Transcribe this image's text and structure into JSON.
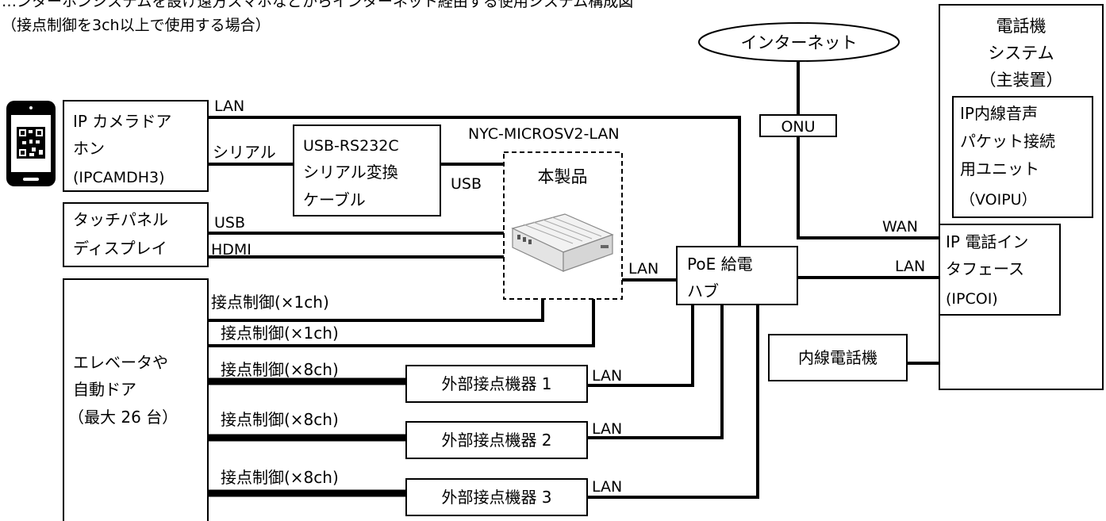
{
  "header": {
    "line1": "…ンターホンシステムを設け遠方スマホなどからインターネット経由する使用システム構成図",
    "line2": "（接点制御を3ch以上で使用する場合）"
  },
  "nodes": {
    "internet": "インターネット",
    "onu": "ONU",
    "phone_system": [
      "電話機",
      "システム",
      "（主装置）"
    ],
    "voip_unit": [
      "IP内線音声",
      "パケット接続",
      "用ユニット",
      "（VOIPU）"
    ],
    "ipcoi": [
      "IP 電話イン",
      "タフェース",
      "(IPCOI)"
    ],
    "ext_phone": "内線電話機",
    "camera": [
      "IP カメラドア",
      "ホン",
      "(IPCAMDH3)"
    ],
    "usb_cable": [
      "USB-RS232C",
      "シリアル変換",
      "ケーブル"
    ],
    "product_model": "NYC-MICROSV2-LAN",
    "product": "本製品",
    "touch_panel": [
      "タッチパネル",
      "ディスプレイ"
    ],
    "poe_hub": [
      "PoE 給電",
      "ハブ"
    ],
    "elevator": [
      "エレベータや",
      "自動ドア",
      "（最大 26 台）"
    ],
    "ext_device_1": "外部接点機器 1",
    "ext_device_2": "外部接点機器 2",
    "ext_device_3": "外部接点機器 3"
  },
  "labels": {
    "lan": "LAN",
    "wan": "WAN",
    "serial": "シリアル",
    "usb": "USB",
    "hdmi": "HDMI",
    "contact_1ch": "接点制御(×1ch)",
    "contact_8ch": "接点制御(×8ch)"
  },
  "icons": [
    "smartphone-qr-icon",
    "hub-device-icon"
  ]
}
